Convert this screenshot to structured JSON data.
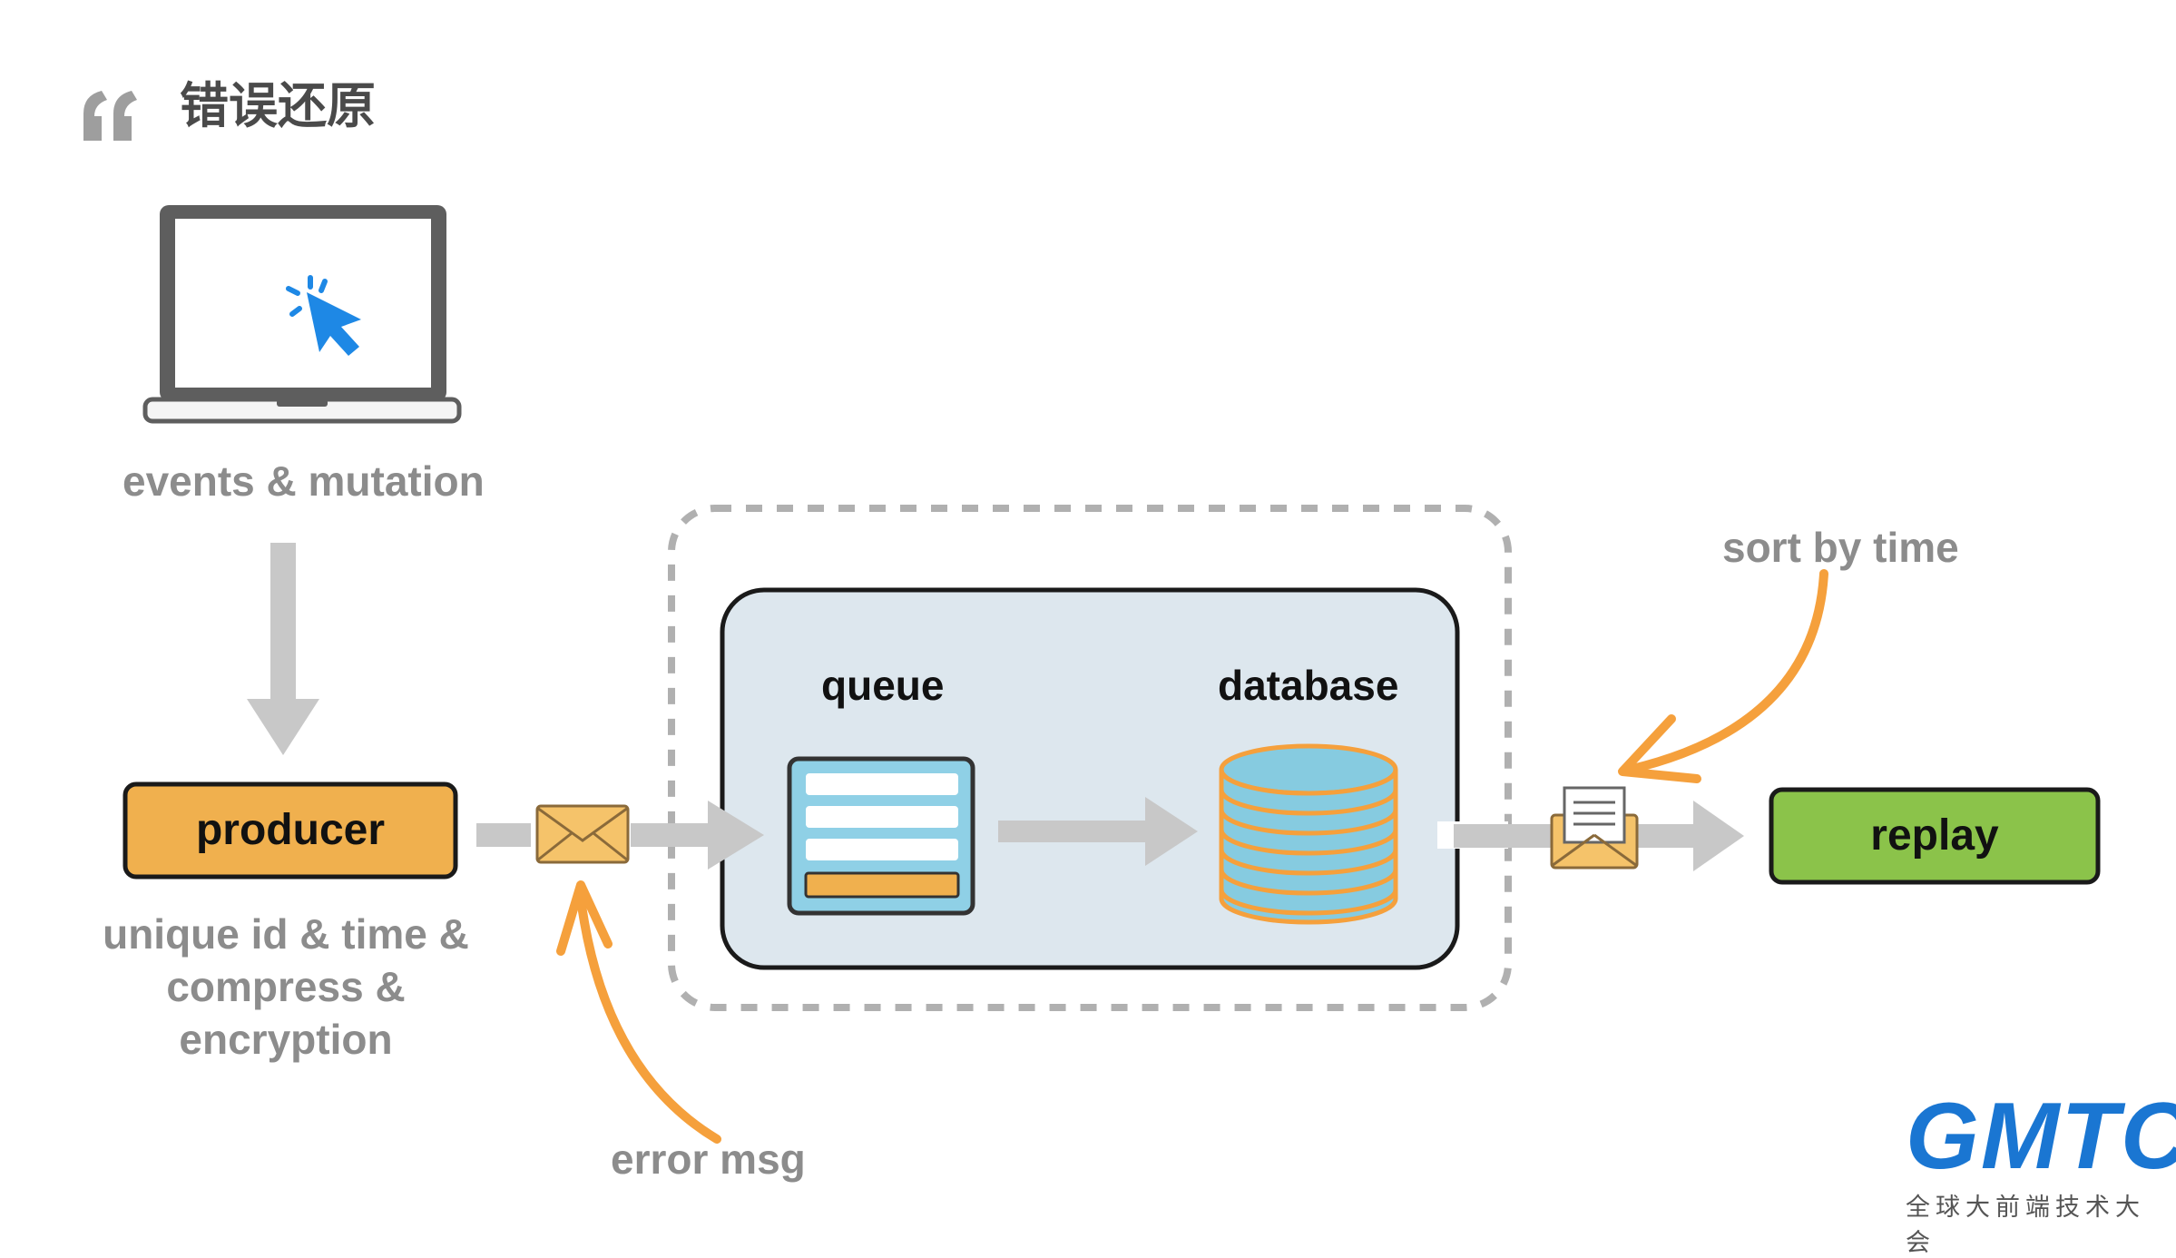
{
  "slide": {
    "title": "错误还原"
  },
  "labels": {
    "events": "events & mutation",
    "producer": "producer",
    "unique": "unique id & time & compress & encryption",
    "error": "error  msg",
    "queue": "queue",
    "database": "database",
    "sort": "sort by time",
    "replay": "replay"
  },
  "logo": {
    "main": "GMTC",
    "sub": "全球大前端技术大会"
  },
  "colors": {
    "producer": "#f0b04e",
    "replay": "#8bc34a",
    "panel": "#dde7ee",
    "accent_orange": "#f5a03c",
    "cursor_blue": "#1e88e5",
    "queue_blue": "#8fd0e6",
    "db_blue": "#86cbe0",
    "arrow_gray": "#c8c8c8"
  },
  "icons": [
    "quote-icon",
    "laptop-icon",
    "cursor-click-icon",
    "envelope-icon",
    "open-envelope-icon",
    "queue-icon",
    "database-icon"
  ]
}
